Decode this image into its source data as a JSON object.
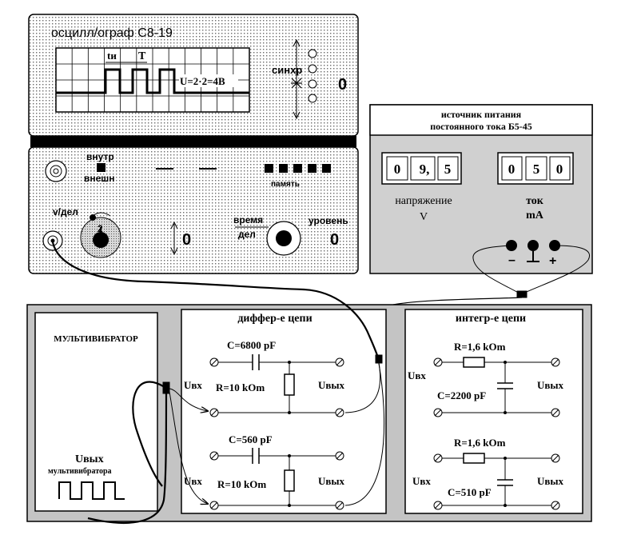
{
  "oscilloscope": {
    "title": "осцилл/ограф С8-19",
    "t_pulse": "tи",
    "t_period": "T",
    "amplitude": "U=2·2=4В",
    "sync": "синхр",
    "sync_knob": "0",
    "internal": "внутр",
    "external": "внешн",
    "memory": "память",
    "volts_per_div": "v/дел",
    "dial_value": "2",
    "vpos_knob": "0",
    "time": "время",
    "per_div": "дел",
    "level": "уровень",
    "level_knob": "0"
  },
  "power_supply": {
    "title_line1": "источник питания",
    "title_line2": "постоянного тока Б5-45",
    "voltage_digits": [
      "0",
      "9,",
      "5"
    ],
    "current_digits": [
      "0",
      "5",
      "0"
    ],
    "voltage_label": "напряжение",
    "voltage_unit": "V",
    "current_label": "ток",
    "current_unit": "mA",
    "minus": "–",
    "plus": "+"
  },
  "board": {
    "multivibrator_title": "МУЛЬТИВИБРАТОР",
    "mv_output": "Uвых",
    "mv_output_caption": "мультивибратора",
    "diff_title": "диффер-е цепи",
    "integ_title": "интегр-е цепи",
    "input_label": "Uвх",
    "output_label": "Uвых",
    "diff_top_c": "C=6800 pF",
    "diff_top_r": "R=10 kOm",
    "diff_bottom_c": "C=560 pF",
    "diff_bottom_r": "R=10 kOm",
    "int_top_r": "R=1,6 kOm",
    "int_top_c": "C=2200 pF",
    "int_bottom_r": "R=1,6 kOm",
    "int_bottom_c": "C=510 pF"
  }
}
